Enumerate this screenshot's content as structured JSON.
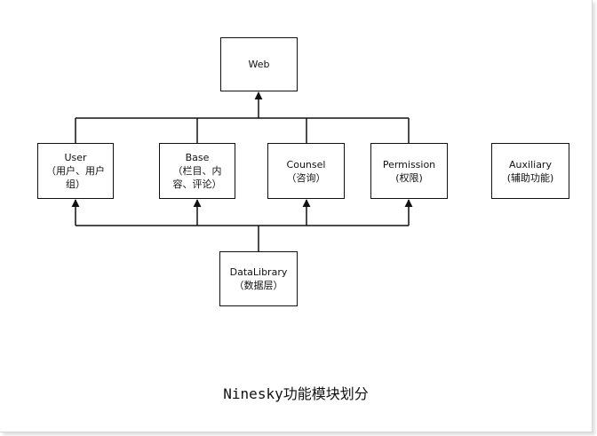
{
  "diagram": {
    "web": {
      "label": "Web"
    },
    "user": {
      "line1": "User",
      "line2": "（用户、用户",
      "line3": "组）"
    },
    "base": {
      "line1": "Base",
      "line2": "（栏目、内",
      "line3": "容、评论）"
    },
    "counsel": {
      "line1": "Counsel",
      "line2": "（咨询）"
    },
    "permission": {
      "line1": "Permission",
      "line2": "(权限)"
    },
    "auxiliary": {
      "line1": "Auxiliary",
      "line2": "(辅助功能)"
    },
    "datalibrary": {
      "line1": "DataLibrary",
      "line2": "（数据层）"
    },
    "caption": "Ninesky功能模块划分",
    "stroke_color": "#111111"
  }
}
